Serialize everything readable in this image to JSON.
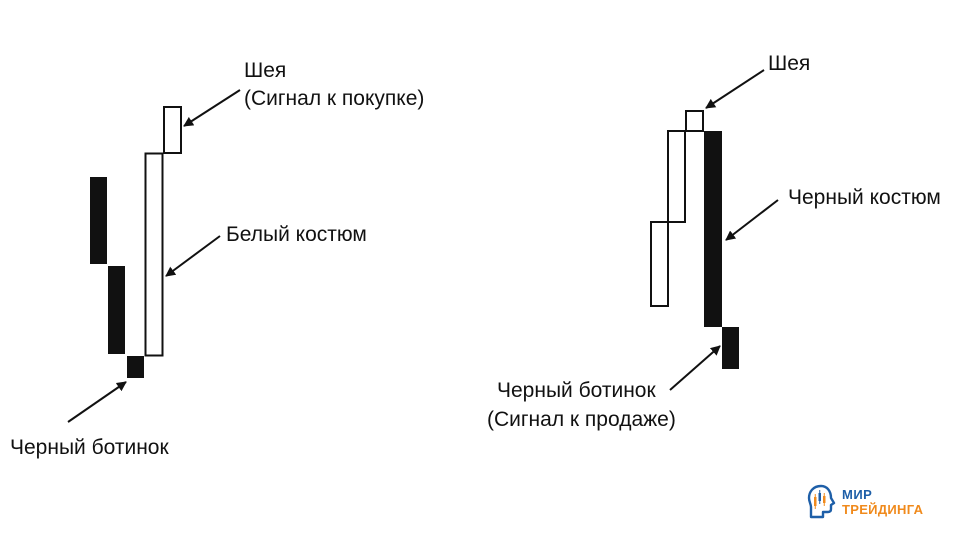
{
  "left_pattern": {
    "label_neck": "Шея",
    "label_neck_signal": "(Сигнал к покупке)",
    "label_suit": "Белый костюм",
    "label_shoe": "Черный ботинок"
  },
  "right_pattern": {
    "label_neck": "Шея",
    "label_suit": "Черный костюм",
    "label_shoe": "Черный ботинок",
    "label_shoe_signal": "(Сигнал к продаже)"
  },
  "logo": {
    "line1": "МИР",
    "line2": "ТРЕЙДИНГА",
    "color_primary": "#1e5fa8",
    "color_accent": "#f08a1c"
  }
}
